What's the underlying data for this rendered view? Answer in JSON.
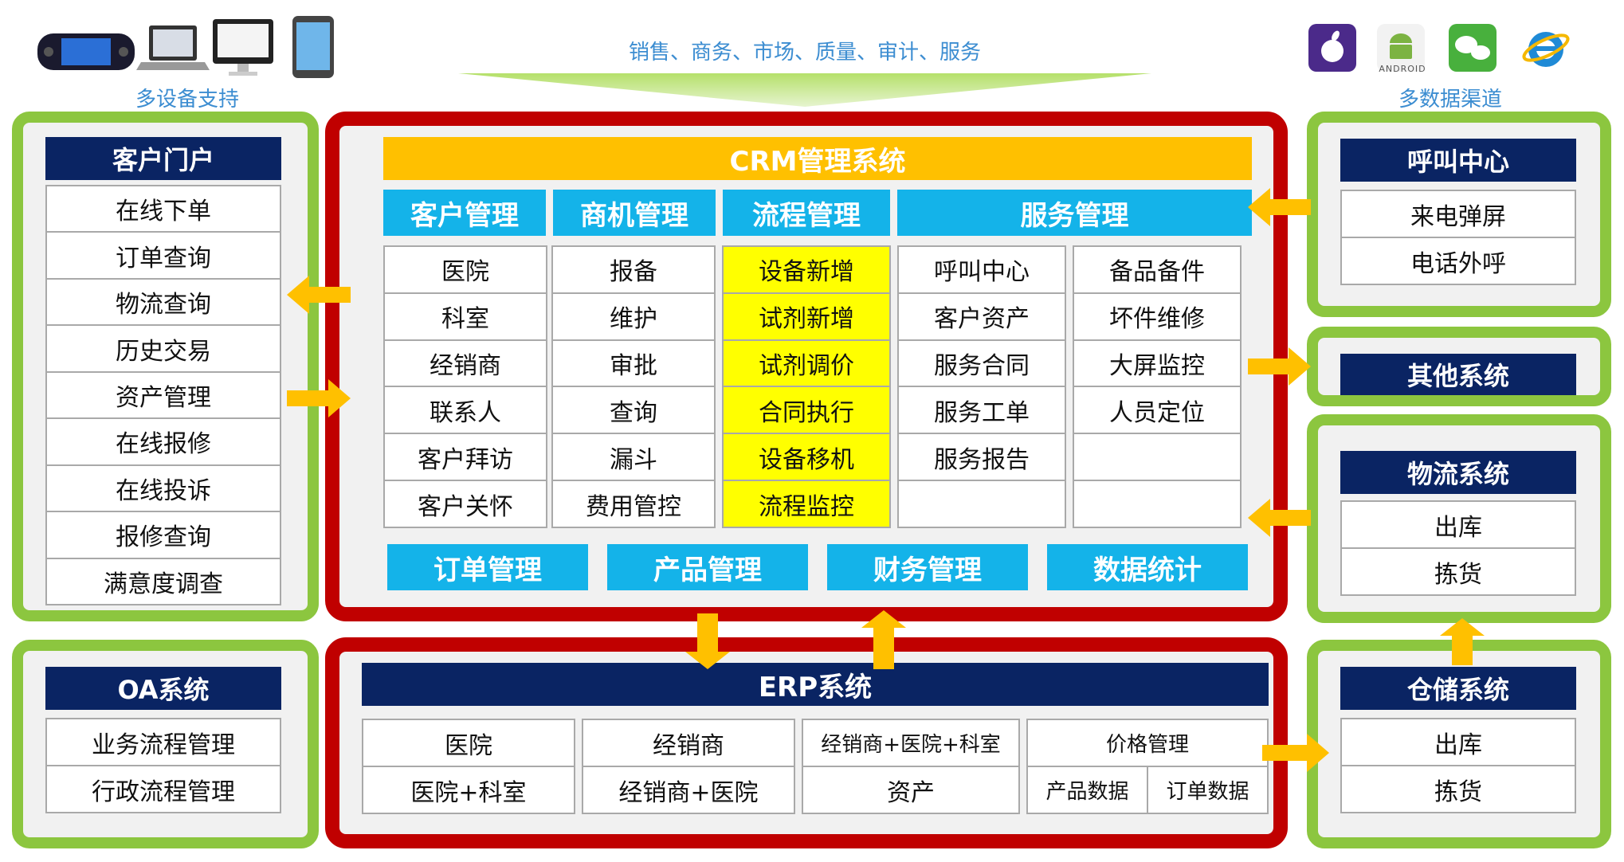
{
  "header": {
    "devices_label": "多设备支持",
    "channels_label": "多数据渠道",
    "top_banner": "销售、商务、市场、质量、审计、服务",
    "android_text": "ANDROID"
  },
  "customer_portal": {
    "title": "客户门户",
    "items": [
      "在线下单",
      "订单查询",
      "物流查询",
      "历史交易",
      "资产管理",
      "在线报修",
      "在线投诉",
      "报修查询",
      "满意度调查"
    ]
  },
  "oa": {
    "title": "OA系统",
    "items": [
      "业务流程管理",
      "行政流程管理"
    ]
  },
  "crm": {
    "title": "CRM管理系统",
    "modules": [
      "客户管理",
      "商机管理",
      "流程管理",
      "服务管理"
    ],
    "customer_mgmt": [
      "医院",
      "科室",
      "经销商",
      "联系人",
      "客户拜访",
      "客户关怀"
    ],
    "opportunity_mgmt": [
      "报备",
      "维护",
      "审批",
      "查询",
      "漏斗",
      "费用管控"
    ],
    "process_mgmt": [
      "设备新增",
      "试剂新增",
      "试剂调价",
      "合同执行",
      "设备移机",
      "流程监控"
    ],
    "service_col1": [
      "呼叫中心",
      "客户资产",
      "服务合同",
      "服务工单",
      "服务报告",
      ""
    ],
    "service_col2": [
      "备品备件",
      "坏件维修",
      "大屏监控",
      "人员定位",
      "",
      ""
    ],
    "bottom_modules": [
      "订单管理",
      "产品管理",
      "财务管理",
      "数据统计"
    ]
  },
  "erp": {
    "title": "ERP系统",
    "col1": [
      "医院",
      "医院+科室"
    ],
    "col2": [
      "经销商",
      "经销商+医院"
    ],
    "col3": [
      "经销商+医院+科室",
      "资产"
    ],
    "col4_top": "价格管理",
    "col4_bottom": [
      "产品数据",
      "订单数据"
    ]
  },
  "call_center": {
    "title": "呼叫中心",
    "items": [
      "来电弹屏",
      "电话外呼"
    ]
  },
  "other_systems": {
    "title": "其他系统"
  },
  "logistics": {
    "title": "物流系统",
    "items": [
      "出库",
      "拣货"
    ]
  },
  "warehouse": {
    "title": "仓储系统",
    "items": [
      "出库",
      "拣货"
    ]
  },
  "colors": {
    "green": "#8cc63f",
    "red": "#c00000",
    "navy": "#0a2463",
    "cyan": "#14b3e9",
    "gold": "#ffc000",
    "yellow": "#ffff00",
    "arrow": "#ffc000",
    "banner_arrow": "#a6d95a"
  },
  "icons": [
    "handheld-console-icon",
    "laptop-icon",
    "desktop-monitor-icon",
    "smartphone-icon",
    "apple-icon",
    "android-icon",
    "wechat-icon",
    "internet-explorer-icon",
    "arrow-icon"
  ]
}
